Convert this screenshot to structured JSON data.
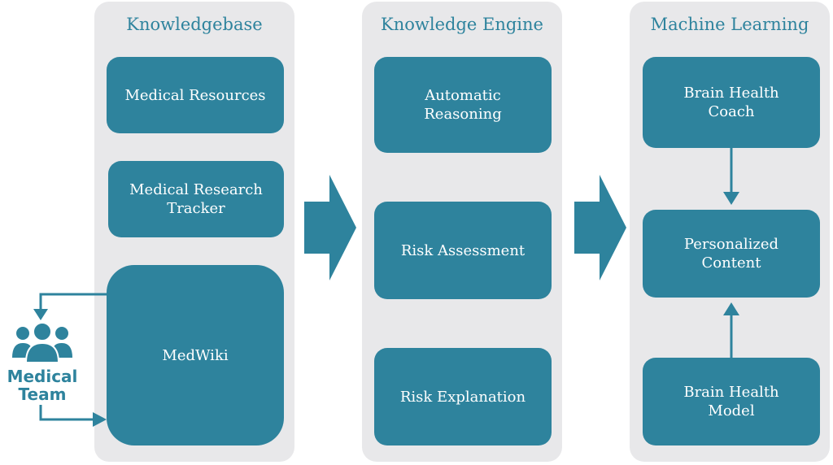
{
  "panels": [
    {
      "title": "Knowledgebase",
      "boxes": [
        "Medical Resources",
        "Medical Research\nTracker",
        "MedWiki"
      ]
    },
    {
      "title": "Knowledge Engine",
      "boxes": [
        "Automatic\nReasoning",
        "Risk Assessment",
        "Risk Explanation"
      ]
    },
    {
      "title": "Machine Learning",
      "boxes": [
        "Brain Health\nCoach",
        "Personalized\nContent",
        "Brain Health\nModel"
      ]
    }
  ],
  "team": {
    "label_line1": "Medical",
    "label_line2": "Team",
    "icon": "people-group-icon"
  },
  "colors": {
    "accent": "#2e839d",
    "panel": "#e8e8ea",
    "text_on_accent": "#ffffff"
  }
}
